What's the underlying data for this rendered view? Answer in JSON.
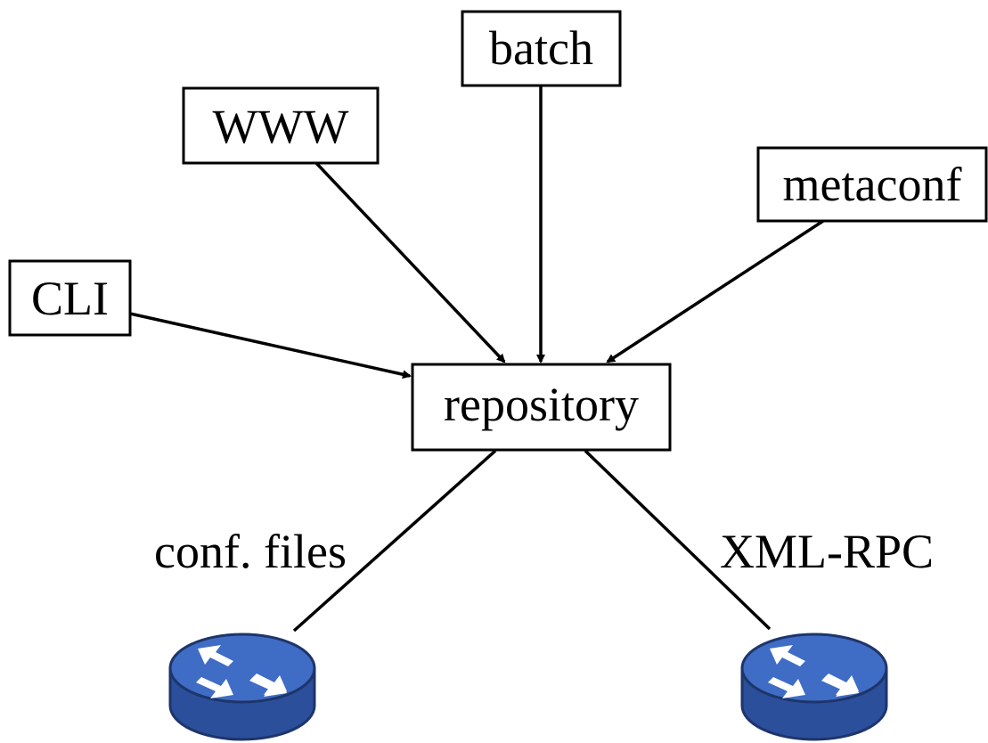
{
  "nodes": {
    "batch": "batch",
    "www": "WWW",
    "metaconf": "metaconf",
    "cli": "CLI",
    "repository": "repository"
  },
  "links": {
    "left_label": "conf. files",
    "right_label": "XML-RPC"
  },
  "devices": {
    "left_icon": "router-icon",
    "right_icon": "router-icon"
  },
  "colors": {
    "router_top": "#3f6cc5",
    "router_side": "#2b4f9a",
    "router_outline": "#1d356b",
    "router_arrows": "#ffffff"
  }
}
